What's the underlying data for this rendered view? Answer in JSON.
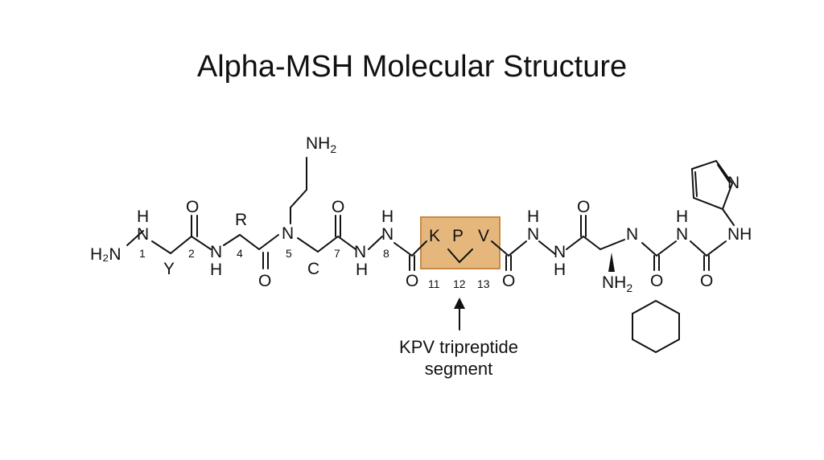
{
  "title": "Alpha-MSH Molecular Structure",
  "caption": {
    "line1": "KPV tripreptide",
    "line2": "segment"
  },
  "highlight": {
    "fill": "#e5b77d",
    "stroke": "#c98a45"
  },
  "atoms": {
    "H2N": "H₂N",
    "NH2": "NH₂",
    "H": "H",
    "N": "N",
    "O": "O",
    "NH": "NH"
  },
  "residue_letters": {
    "r1": "Y",
    "r2": "R",
    "r3": "C",
    "K": "K",
    "P": "P",
    "V": "V"
  },
  "position_numbers": [
    "1",
    "2",
    "4",
    "5",
    "7",
    "8",
    "11",
    "12",
    "13"
  ],
  "icons": {
    "ring": "cyclohexane-ring-icon",
    "pyrrole": "pyrrole-ring-icon",
    "arrow": "up-arrow-icon"
  }
}
